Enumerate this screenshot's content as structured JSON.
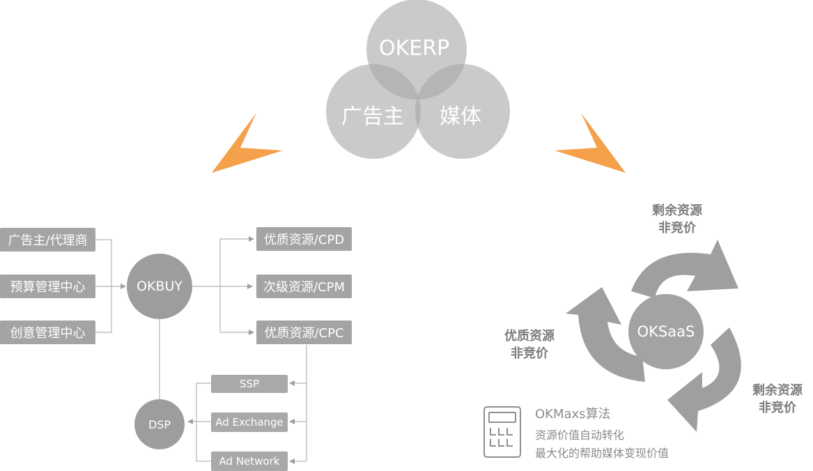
{
  "venn": {
    "top": "OKERP",
    "left": "广告主",
    "right": "媒体"
  },
  "left_flow": {
    "inputs": [
      "广告主/代理商",
      "预算管理中心",
      "创意管理中心"
    ],
    "hub": "OKBUY",
    "outputs": [
      "优质资源/CPD",
      "次级资源/CPM",
      "优质资源/CPC"
    ],
    "sources": [
      "SSP",
      "Ad Exchange",
      "Ad Network"
    ],
    "dsp": "DSP"
  },
  "right_cycle": {
    "center": "OKSaaS",
    "label_top": [
      "剩余资源",
      "非竞价"
    ],
    "label_left": [
      "优质资源",
      "非竞价"
    ],
    "label_right": [
      "剩余资源",
      "非竞价"
    ]
  },
  "okmaxs": {
    "title": "OKMaxs算法",
    "desc": [
      "资源价值自动转化",
      "最大化的帮助媒体变现价值"
    ]
  },
  "colors": {
    "accent_orange": "#f5a04a",
    "box_gray": "#a4a4a4",
    "line_gray": "#b5b5b5",
    "text_gray": "#7c7c7c"
  }
}
